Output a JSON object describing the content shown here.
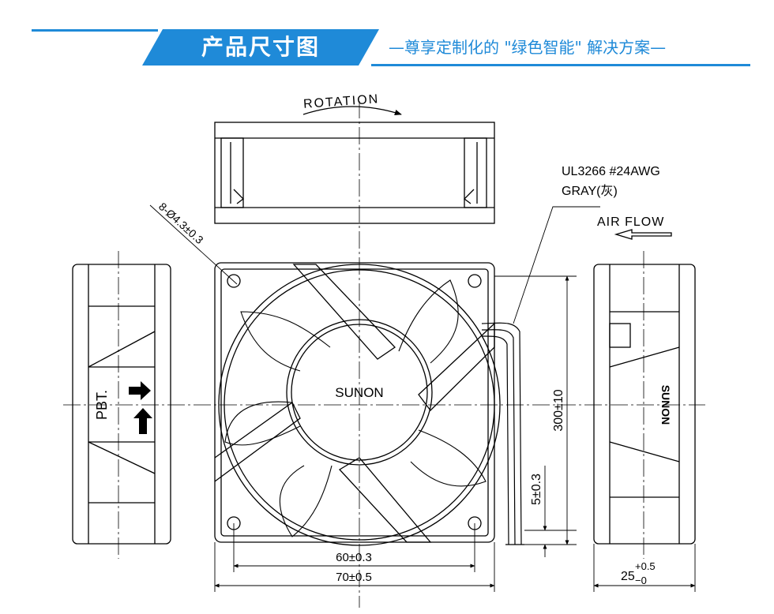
{
  "header": {
    "title": "产品尺寸图",
    "subtitle": "—尊享定制化的 \"绿色智能\" 解决方案—",
    "accent_color": "#1f8ad8"
  },
  "drawing": {
    "rotation_label": "ROTATION",
    "hole_spec": "8-Ø4.3±0.3",
    "wire_spec_1": "UL3266  #24AWG",
    "wire_spec_2": "GRAY(灰)",
    "airflow_label": "AIR FLOW",
    "hub_brand": "SUNON",
    "side_brand": "SUNON",
    "front_marking": "PBT.",
    "dim_lead_length": "300±10",
    "dim_strip_length": "5±0.3",
    "dim_hole_pitch": "60±0.3",
    "dim_frame_width": "70±0.5",
    "dim_thickness_base": "25",
    "dim_thickness_upper": "+0.5",
    "dim_thickness_lower": "−0"
  }
}
